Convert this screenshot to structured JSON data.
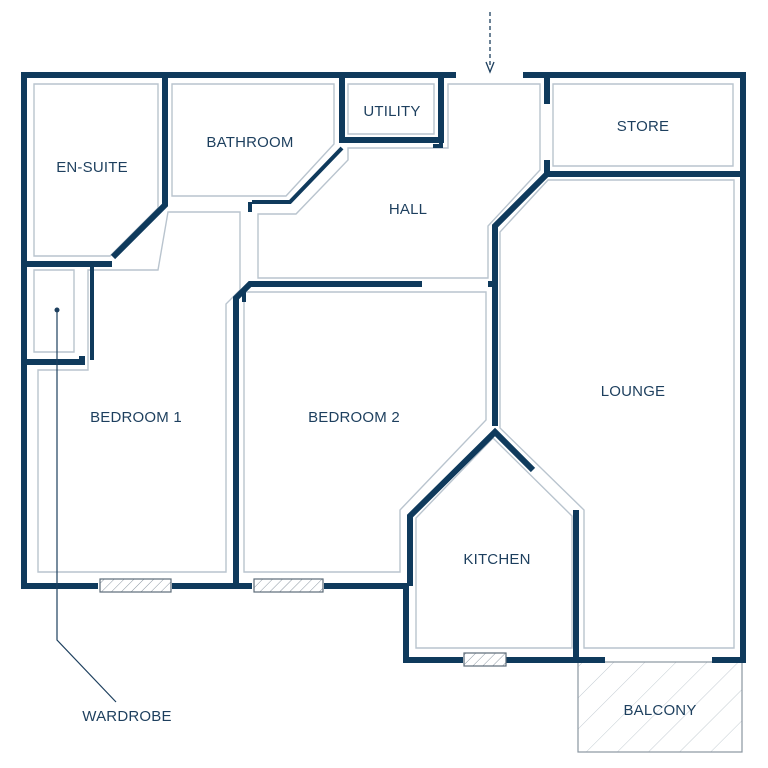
{
  "rooms": {
    "en_suite": "EN-SUITE",
    "bathroom": "BATHROOM",
    "utility": "UTILITY",
    "store": "STORE",
    "hall": "HALL",
    "bedroom1": "BEDROOM 1",
    "bedroom2": "BEDROOM 2",
    "lounge": "LOUNGE",
    "kitchen": "KITCHEN",
    "balcony": "BALCONY"
  },
  "callouts": {
    "wardrobe": "WARDROBE"
  },
  "colors": {
    "wall": "#0f3a5c",
    "text": "#1d3f5e",
    "inner_outline": "#b9c4ce",
    "background": "#ffffff"
  }
}
